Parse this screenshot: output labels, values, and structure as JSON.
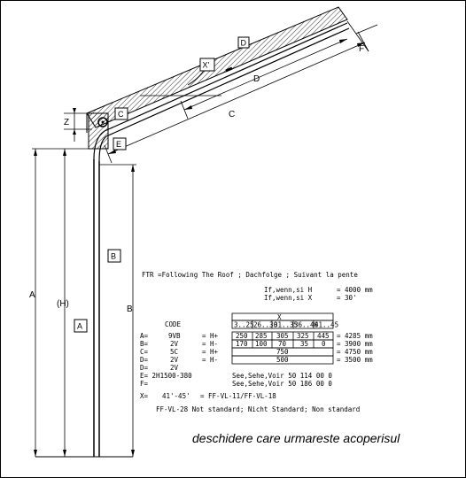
{
  "labels": {
    "A": "A",
    "B": "B",
    "C": "C",
    "D": "D",
    "E": "E",
    "F": "F",
    "H": "(H)",
    "X": "X'",
    "Z": "Z"
  },
  "ftr_note": "FTR =Following The Roof ; Dachfolge ; Suivant la pente",
  "cond": {
    "h_label": "If,wenn,si  H",
    "h_value": "= 4000 mm",
    "x_label": "If,wenn,si  X",
    "x_value": "= 30'"
  },
  "table": {
    "x_header": "X",
    "code_header": "CODE",
    "ranges": [
      "3..25",
      "26..30",
      "31..35",
      "36..40",
      "41..45"
    ],
    "rows": [
      {
        "key": "A=",
        "code": "9VB",
        "op": "= H+",
        "cells": [
          "250",
          "285",
          "305",
          "325",
          "445"
        ],
        "result": "= 4285 mm"
      },
      {
        "key": "B=",
        "code": "2V",
        "op": "= H-",
        "cells": [
          "170",
          "100",
          "70",
          "35",
          "0"
        ],
        "result": "= 3900 mm"
      },
      {
        "key": "C=",
        "code": "5C",
        "op": "= H+",
        "span": "750",
        "result": "= 4750 mm"
      },
      {
        "key": "D=",
        "code": "2V",
        "op": "= H-",
        "span": "500",
        "result": "= 3500 mm"
      },
      {
        "key": "D=",
        "code": "2V",
        "op": "",
        "span": "",
        "result": ""
      }
    ],
    "e_line": {
      "key": "E= 2H1500-380",
      "text": "See,Sehe,Voir 50 114 00 0"
    },
    "f_line": {
      "key": "F=",
      "text": "See,Sehe,Voir 50 186 00 0"
    },
    "x_line": {
      "key": "X=",
      "range": "41'-45'",
      "text": "= FF-VL-11/FF-VL-18"
    }
  },
  "not_standard": "FF-VL-28 Not standard; Nicht Standard;   Non standard",
  "caption": "deschidere care urmareste acoperisul"
}
